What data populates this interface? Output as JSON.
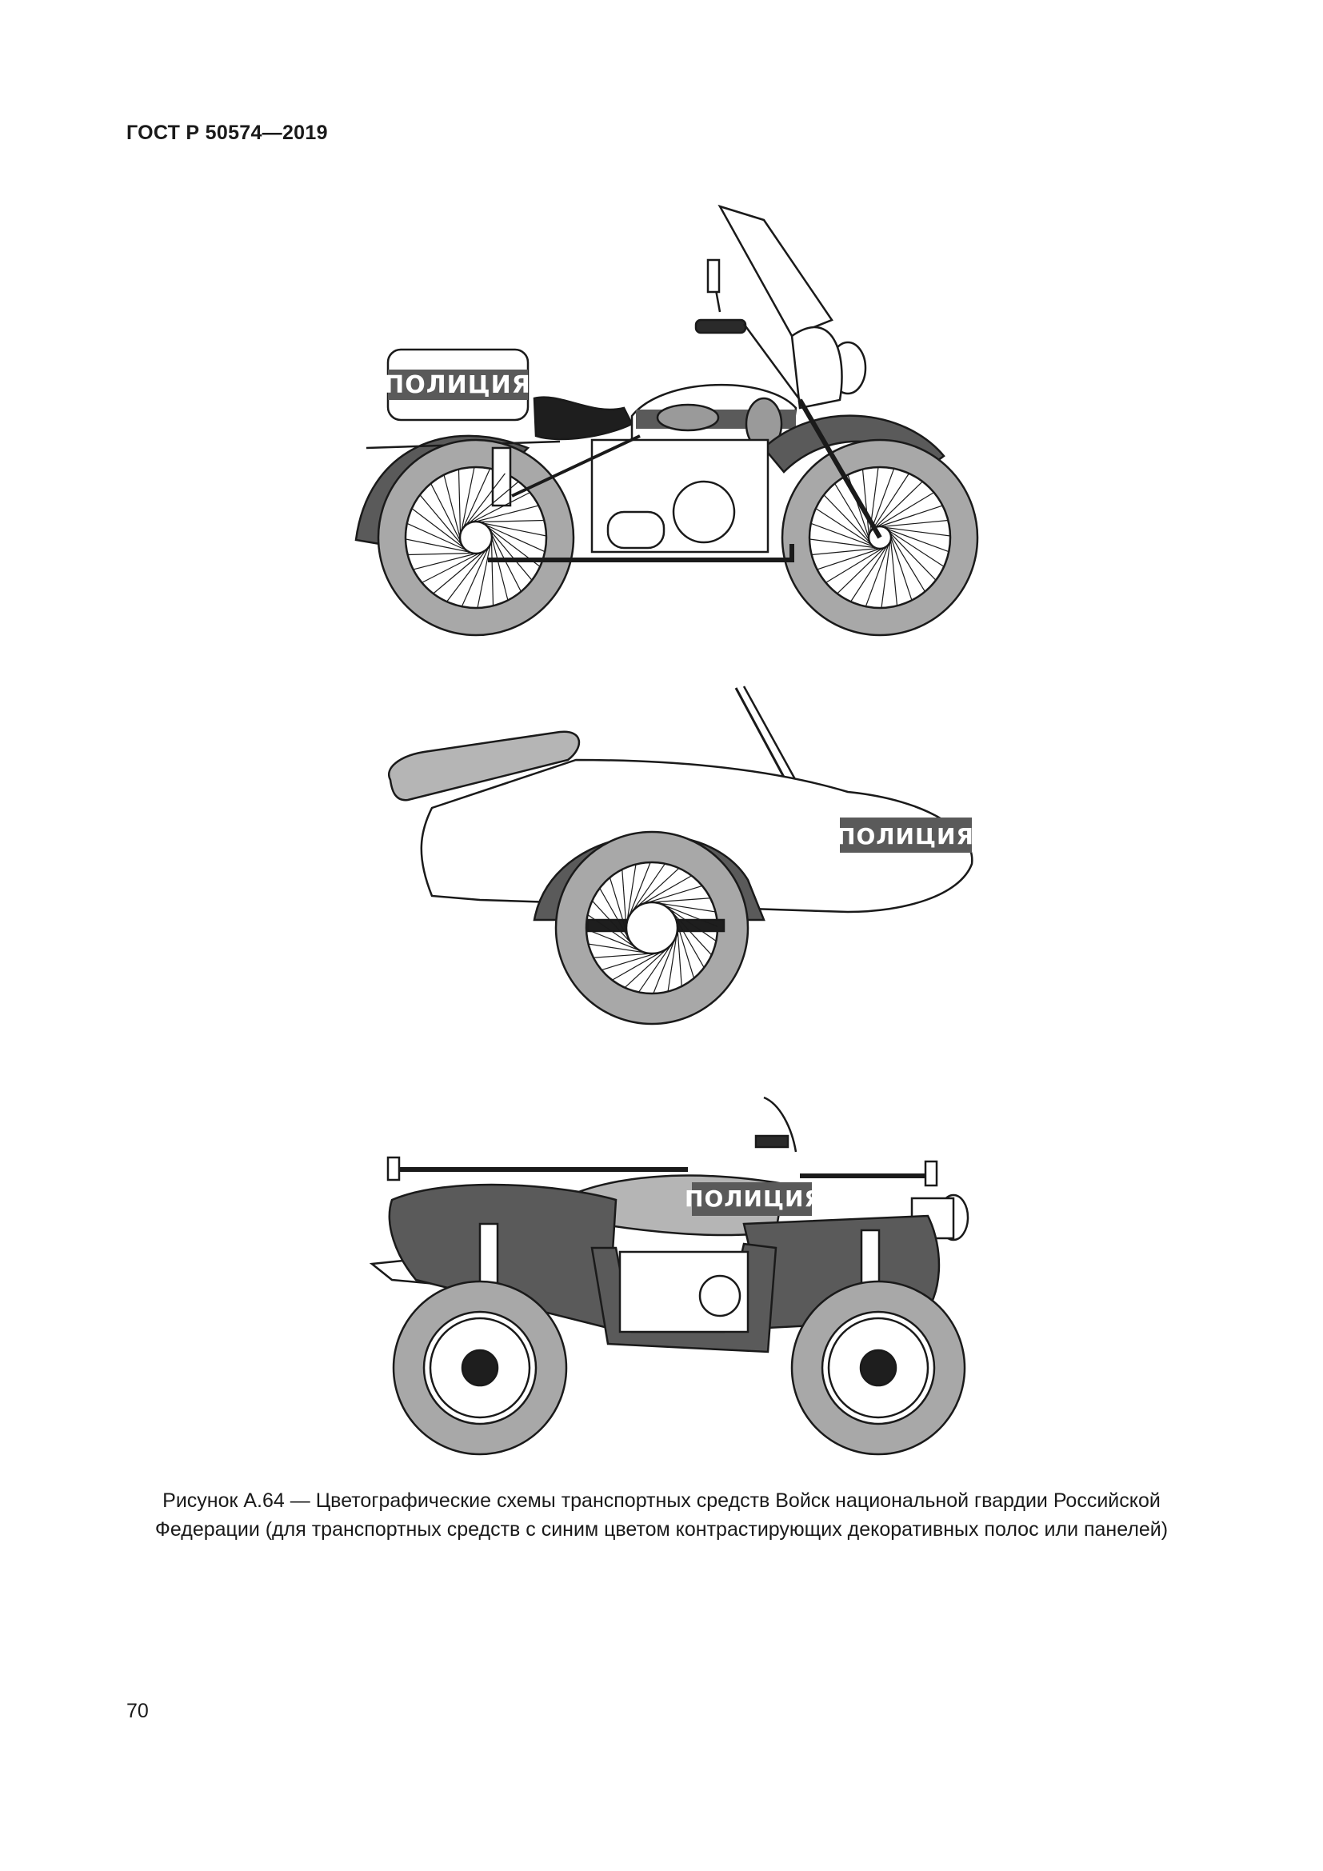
{
  "header": {
    "doc_code": "ГОСТ Р 50574—2019"
  },
  "figure": {
    "vehicles": [
      {
        "label": "ПОЛИЦИЯ"
      },
      {
        "label": "ПОЛИЦИЯ"
      },
      {
        "label": "ПОЛИЦИЯ"
      }
    ],
    "caption_line1": "Рисунок А.64 — Цветографические схемы транспортных средств Войск национальной гвардии Российской",
    "caption_line2": "Федерации (для транспортных средств с синим цветом контрастирующих декоративных полос или панелей)"
  },
  "footer": {
    "page_number": "70"
  },
  "colors": {
    "stripe": "#5a5a5a",
    "tire": "#a8a8a8",
    "line": "#1a1a1a"
  }
}
